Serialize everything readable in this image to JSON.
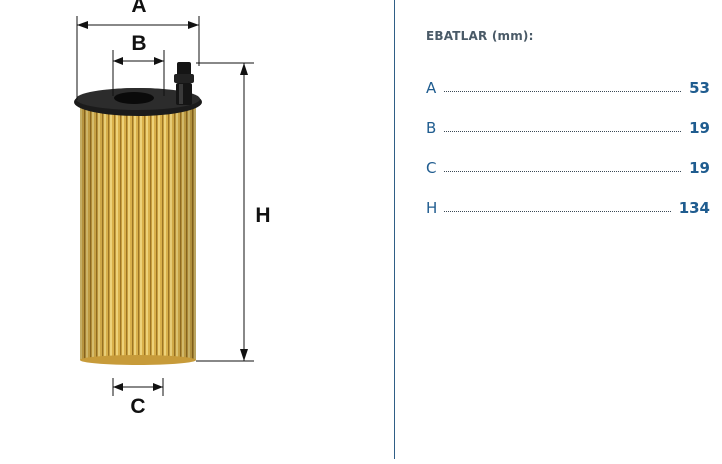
{
  "diagram": {
    "labels": {
      "a": "A",
      "b": "B",
      "c": "C",
      "h": "H"
    },
    "colors": {
      "filter_body": "#d9b04a",
      "filter_pleat_light": "#edd27a",
      "filter_pleat_dark": "#9c7424",
      "end_cap": "#1b1b1b",
      "dimension_line": "#111111"
    }
  },
  "specs": {
    "title": "EBATLAR (mm):",
    "rows": [
      {
        "label": "A",
        "value": "53"
      },
      {
        "label": "B",
        "value": "19"
      },
      {
        "label": "C",
        "value": "19"
      },
      {
        "label": "H",
        "value": "134"
      }
    ],
    "colors": {
      "text": "#1f5c8f",
      "title": "#4a5a67",
      "divider": "#2f5e86"
    }
  }
}
